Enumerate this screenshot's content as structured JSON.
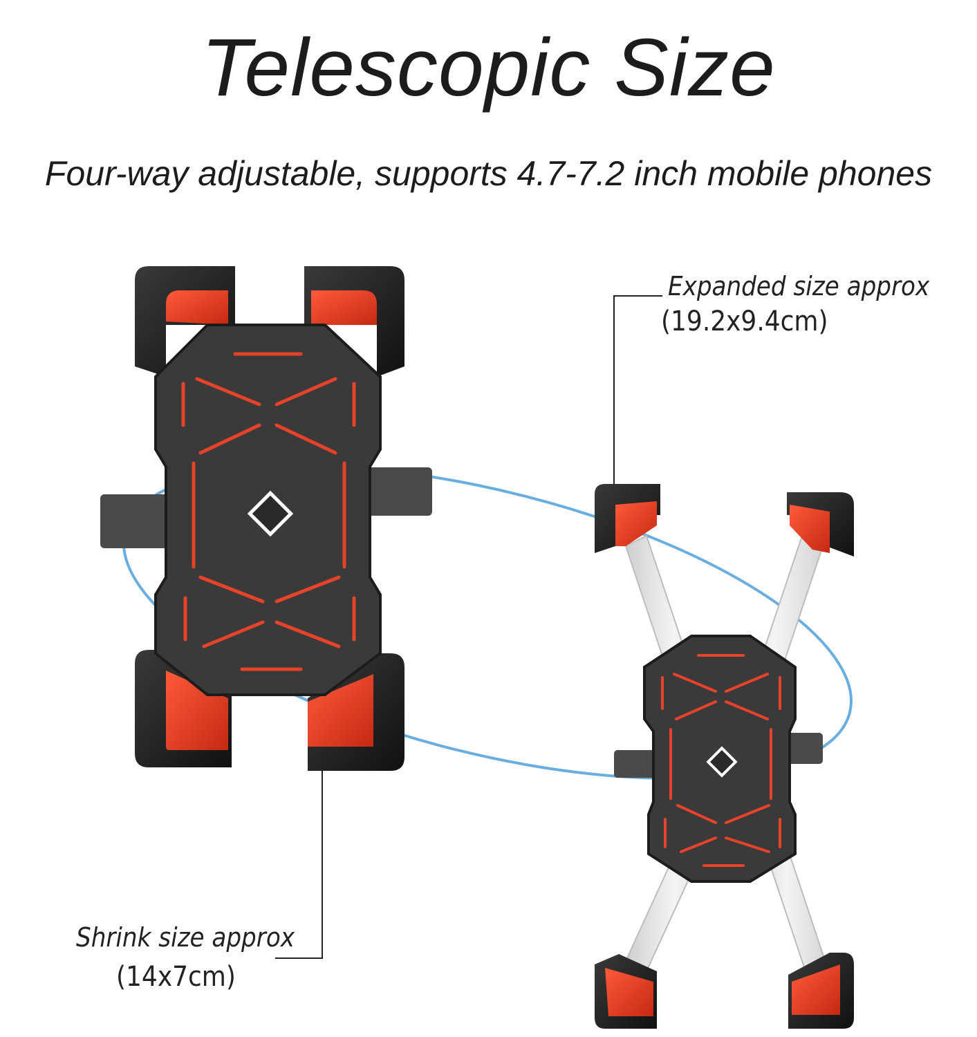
{
  "title": "Telescopic Size",
  "subtitle": "Four-way adjustable, supports 4.7-7.2 inch mobile phones",
  "expanded": {
    "label": "Expanded size approx",
    "size": "(19.2x9.4cm)"
  },
  "shrink": {
    "label": "Shrink size approx",
    "size": "(14x7cm)"
  },
  "colors": {
    "body": "#3a3a3a",
    "accent": "#e8432a",
    "grip": "#1f1f1f",
    "arm": "#e6e6e6",
    "ellipse": "#6aaee0"
  }
}
